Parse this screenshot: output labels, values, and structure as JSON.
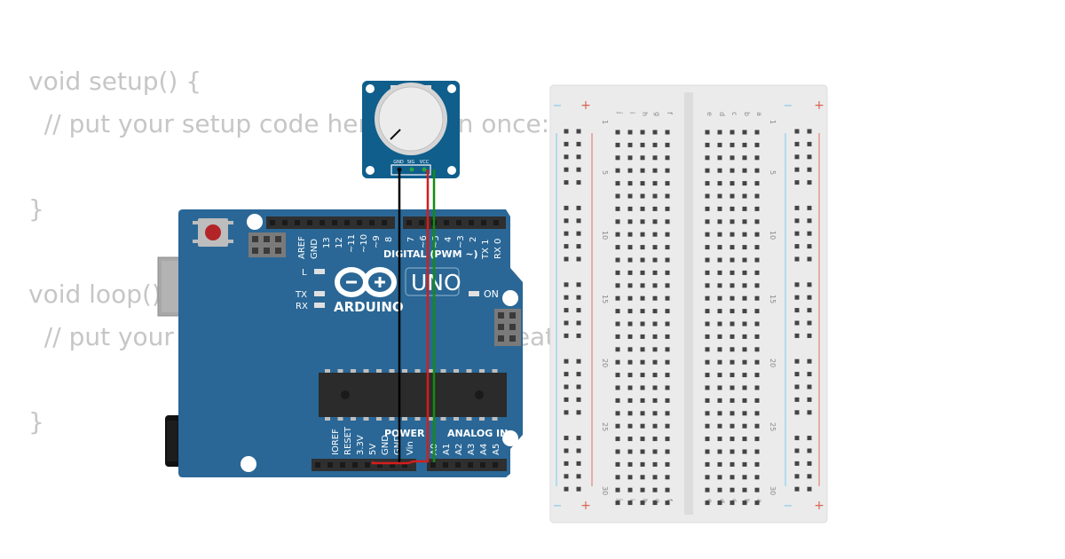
{
  "editor": {
    "code_lines": [
      "void setup() {",
      "  // put your setup code here, to run once:",
      "",
      "}",
      "",
      "void loop() {",
      "  // put your main code here, to run repeatedly:",
      "",
      "}"
    ]
  },
  "arduino": {
    "brand": "ARDUINO",
    "model": "UNO",
    "section_digital": "DIGITAL (PWM ~)",
    "section_power": "POWER",
    "section_analog": "ANALOG IN",
    "led_l": "L",
    "led_tx": "TX",
    "led_rx": "RX",
    "led_on": "ON",
    "digital_pins_left": [
      "AREF",
      "GND",
      "13",
      "12",
      "~11",
      "~10",
      "~9",
      "8"
    ],
    "digital_pins_right": [
      "7",
      "~6",
      "~5",
      "4",
      "~3",
      "2",
      "TX 1",
      "RX 0"
    ],
    "power_pins": [
      "IOREF",
      "RESET",
      "3.3V",
      "5V",
      "GND",
      "GND",
      "Vin"
    ],
    "analog_pins": [
      "A0",
      "A1",
      "A2",
      "A3",
      "A4",
      "A5"
    ],
    "board_color": "#2a6796"
  },
  "potentiometer": {
    "pins": [
      "GND",
      "SIG",
      "VCC"
    ],
    "board_color": "#0f5e8c"
  },
  "wires": {
    "gnd_color": "#000000",
    "vcc_color": "#d41e1e",
    "sig_color": "#138c13"
  },
  "breadboard": {
    "row_numbers": [
      "1",
      "5",
      "10",
      "15",
      "20",
      "25",
      "30"
    ],
    "left_columns": [
      "j",
      "i",
      "h",
      "g",
      "f"
    ],
    "right_columns": [
      "e",
      "d",
      "c",
      "b",
      "a"
    ],
    "rail_minus": "−",
    "rail_plus": "+"
  }
}
